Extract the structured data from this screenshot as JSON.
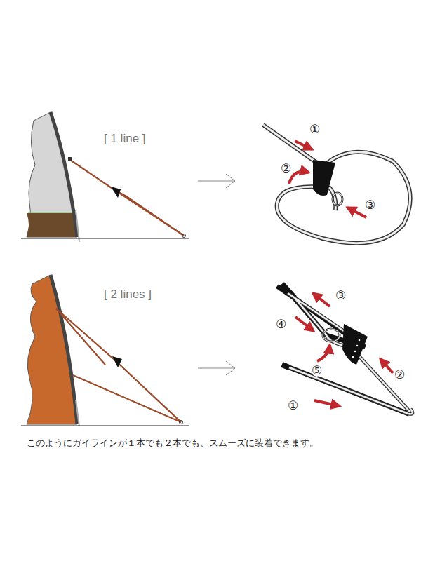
{
  "diagram": {
    "caption": "このようにガイラインが１本でも２本でも、スムーズに装着できます。",
    "labels": [
      "[ 1 line ]",
      "①",
      "②",
      "③",
      "[ 2 lines ]",
      "③",
      "④",
      "⑤",
      "②",
      "①"
    ]
  }
}
